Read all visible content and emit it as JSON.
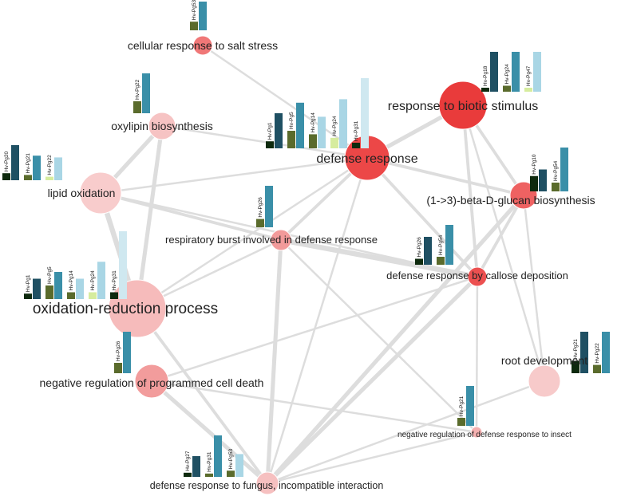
{
  "colors": {
    "edge": "#dddddd",
    "bar_palette": [
      "#0e2a0e",
      "#1f5063",
      "#5a6b2c",
      "#3a8fa8",
      "#a9d6e5",
      "#d6ec9e",
      "#cfe8f0"
    ]
  },
  "nodes": [
    {
      "id": "salt",
      "label": "cellular response to salt stress",
      "fill": "#f07777"
    },
    {
      "id": "oxylipin",
      "label": "oxylipin biosynthesis",
      "fill": "#f6c3c3"
    },
    {
      "id": "biotic",
      "label": "response to biotic stimulus",
      "fill": "#e93b3b"
    },
    {
      "id": "defense",
      "label": "defense response",
      "fill": "#ec4747"
    },
    {
      "id": "lipid",
      "label": "lipid oxidation",
      "fill": "#f8cccc"
    },
    {
      "id": "glucan",
      "label": "(1->3)-beta-D-glucan biosynthesis",
      "fill": "#ee6262"
    },
    {
      "id": "burst",
      "label": "respiratory burst involved in defense response",
      "fill": "#f29a9a"
    },
    {
      "id": "callose",
      "label": "defense response by callose deposition",
      "fill": "#ec5050"
    },
    {
      "id": "oxred",
      "label": "oxidation-reduction process",
      "fill": "#f6bbbb"
    },
    {
      "id": "root",
      "label": "root development",
      "fill": "#f7caca"
    },
    {
      "id": "pcd",
      "label": "negative regulation of programmed cell death",
      "fill": "#f29c9c"
    },
    {
      "id": "insect",
      "label": "negative regulation of defense response to insect",
      "fill": "#f4b0b0"
    },
    {
      "id": "fungus",
      "label": "defense response to fungus, incompatible interaction",
      "fill": "#f6c0c0"
    }
  ],
  "bar_groups": [
    {
      "node": "salt",
      "bars": [
        {
          "label": "Hv-Pg53",
          "value": 0.3,
          "color": 2
        },
        {
          "label": "",
          "value": 1.0,
          "color": 3
        }
      ]
    },
    {
      "node": "oxylipin",
      "bars": [
        {
          "label": "Hv-Pg22",
          "value": 0.3,
          "color": 2
        },
        {
          "label": "",
          "value": 1.0,
          "color": 3
        }
      ]
    },
    {
      "node": "biotic",
      "bars": [
        {
          "label": "Hv-Pg18",
          "value": 0.1,
          "color": 0
        },
        {
          "label": "",
          "value": 1.0,
          "color": 1
        },
        {
          "label": "Hv-Pg24",
          "value": 0.15,
          "color": 2
        },
        {
          "label": "",
          "value": 1.0,
          "color": 3
        },
        {
          "label": "Hv-Pg47",
          "value": 0.1,
          "color": 5
        },
        {
          "label": "",
          "value": 1.0,
          "color": 4
        }
      ]
    },
    {
      "node": "defense",
      "bars": [
        {
          "label": "Hv-Pg1",
          "value": 0.1,
          "color": 0
        },
        {
          "label": "",
          "value": 0.5,
          "color": 1
        },
        {
          "label": "Hv-Pg5",
          "value": 0.25,
          "color": 2
        },
        {
          "label": "",
          "value": 0.65,
          "color": 3
        },
        {
          "label": "Hv-Pg14",
          "value": 0.2,
          "color": 2
        },
        {
          "label": "",
          "value": 0.45,
          "color": 4
        },
        {
          "label": "Hv-Pg24",
          "value": 0.15,
          "color": 5
        },
        {
          "label": "",
          "value": 0.7,
          "color": 4
        },
        {
          "label": "Hv-Pg31",
          "value": 0.08,
          "color": 0
        },
        {
          "label": "",
          "value": 1.0,
          "color": 6
        }
      ]
    },
    {
      "node": "lipid",
      "bars": [
        {
          "label": "Hv-Pg20",
          "value": 0.2,
          "color": 0
        },
        {
          "label": "",
          "value": 1.0,
          "color": 1
        },
        {
          "label": "Hv-Pg21",
          "value": 0.15,
          "color": 2
        },
        {
          "label": "",
          "value": 0.7,
          "color": 3
        },
        {
          "label": "Hv-Pg22",
          "value": 0.1,
          "color": 5
        },
        {
          "label": "",
          "value": 0.65,
          "color": 4
        }
      ]
    },
    {
      "node": "glucan",
      "bars": [
        {
          "label": "Hv-Pg10",
          "value": 0.35,
          "color": 0
        },
        {
          "label": "",
          "value": 0.5,
          "color": 1
        },
        {
          "label": "Hv-Pg54",
          "value": 0.2,
          "color": 2
        },
        {
          "label": "",
          "value": 1.0,
          "color": 3
        }
      ]
    },
    {
      "node": "burst",
      "bars": [
        {
          "label": "Hv-Pg26",
          "value": 0.2,
          "color": 2
        },
        {
          "label": "",
          "value": 1.0,
          "color": 3
        }
      ]
    },
    {
      "node": "callose",
      "bars": [
        {
          "label": "Hv-Pg26",
          "value": 0.15,
          "color": 0
        },
        {
          "label": "",
          "value": 0.7,
          "color": 1
        },
        {
          "label": "Hv-Pg54",
          "value": 0.2,
          "color": 2
        },
        {
          "label": "",
          "value": 1.0,
          "color": 3
        }
      ]
    },
    {
      "node": "oxred",
      "bars": [
        {
          "label": "Hv-Pg1",
          "value": 0.08,
          "color": 0
        },
        {
          "label": "",
          "value": 0.3,
          "color": 1
        },
        {
          "label": "Hv-Pg5",
          "value": 0.2,
          "color": 2
        },
        {
          "label": "",
          "value": 0.4,
          "color": 3
        },
        {
          "label": "Hv-Pg14",
          "value": 0.1,
          "color": 2
        },
        {
          "label": "",
          "value": 0.3,
          "color": 4
        },
        {
          "label": "Hv-Pg24",
          "value": 0.1,
          "color": 5
        },
        {
          "label": "",
          "value": 0.55,
          "color": 4
        },
        {
          "label": "Hv-Pg31",
          "value": 0.1,
          "color": 0
        },
        {
          "label": "",
          "value": 1.0,
          "color": 6
        }
      ]
    },
    {
      "node": "root",
      "bars": [
        {
          "label": "Hv-Pg21",
          "value": 0.3,
          "color": 0
        },
        {
          "label": "",
          "value": 1.0,
          "color": 1
        },
        {
          "label": "Hv-Pg22",
          "value": 0.2,
          "color": 2
        },
        {
          "label": "",
          "value": 1.0,
          "color": 3
        }
      ]
    },
    {
      "node": "pcd",
      "bars": [
        {
          "label": "Hv-Pg26",
          "value": 0.25,
          "color": 2
        },
        {
          "label": "",
          "value": 1.0,
          "color": 3
        }
      ]
    },
    {
      "node": "insect",
      "bars": [
        {
          "label": "Hv-Pg21",
          "value": 0.2,
          "color": 2
        },
        {
          "label": "",
          "value": 1.0,
          "color": 3
        }
      ]
    },
    {
      "node": "fungus",
      "bars": [
        {
          "label": "Hv-Pg27",
          "value": 0.1,
          "color": 0
        },
        {
          "label": "",
          "value": 0.5,
          "color": 1
        },
        {
          "label": "Hv-Pg31",
          "value": 0.08,
          "color": 2
        },
        {
          "label": "",
          "value": 1.0,
          "color": 3
        },
        {
          "label": "Hv-Pg53",
          "value": 0.15,
          "color": 2
        },
        {
          "label": "",
          "value": 0.55,
          "color": 4
        }
      ]
    }
  ],
  "edges": [
    {
      "source": "salt",
      "target": "defense",
      "weight": 1
    },
    {
      "source": "oxylipin",
      "target": "defense",
      "weight": 1
    },
    {
      "source": "oxylipin",
      "target": "lipid",
      "weight": 3
    },
    {
      "source": "oxylipin",
      "target": "oxred",
      "weight": 3
    },
    {
      "source": "lipid",
      "target": "defense",
      "weight": 1
    },
    {
      "source": "lipid",
      "target": "oxred",
      "weight": 4
    },
    {
      "source": "lipid",
      "target": "burst",
      "weight": 2
    },
    {
      "source": "lipid",
      "target": "callose",
      "weight": 1
    },
    {
      "source": "biotic",
      "target": "defense",
      "weight": 3
    },
    {
      "source": "biotic",
      "target": "glucan",
      "weight": 2
    },
    {
      "source": "biotic",
      "target": "callose",
      "weight": 2
    },
    {
      "source": "biotic",
      "target": "root",
      "weight": 1
    },
    {
      "source": "defense",
      "target": "burst",
      "weight": 2
    },
    {
      "source": "defense",
      "target": "callose",
      "weight": 2
    },
    {
      "source": "defense",
      "target": "glucan",
      "weight": 2
    },
    {
      "source": "defense",
      "target": "oxred",
      "weight": 1
    },
    {
      "source": "defense",
      "target": "fungus",
      "weight": 1
    },
    {
      "source": "burst",
      "target": "callose",
      "weight": 4
    },
    {
      "source": "burst",
      "target": "oxred",
      "weight": 1
    },
    {
      "source": "burst",
      "target": "fungus",
      "weight": 3
    },
    {
      "source": "burst",
      "target": "insect",
      "weight": 1
    },
    {
      "source": "glucan",
      "target": "callose",
      "weight": 2
    },
    {
      "source": "glucan",
      "target": "fungus",
      "weight": 3
    },
    {
      "source": "glucan",
      "target": "root",
      "weight": 1
    },
    {
      "source": "callose",
      "target": "pcd",
      "weight": 1
    },
    {
      "source": "callose",
      "target": "fungus",
      "weight": 3
    },
    {
      "source": "callose",
      "target": "insect",
      "weight": 1
    },
    {
      "source": "pcd",
      "target": "fungus",
      "weight": 3
    },
    {
      "source": "pcd",
      "target": "insect",
      "weight": 1
    },
    {
      "source": "fungus",
      "target": "root",
      "weight": 1
    },
    {
      "source": "fungus",
      "target": "insect",
      "weight": 1
    },
    {
      "source": "oxred",
      "target": "fungus",
      "weight": 2
    }
  ]
}
